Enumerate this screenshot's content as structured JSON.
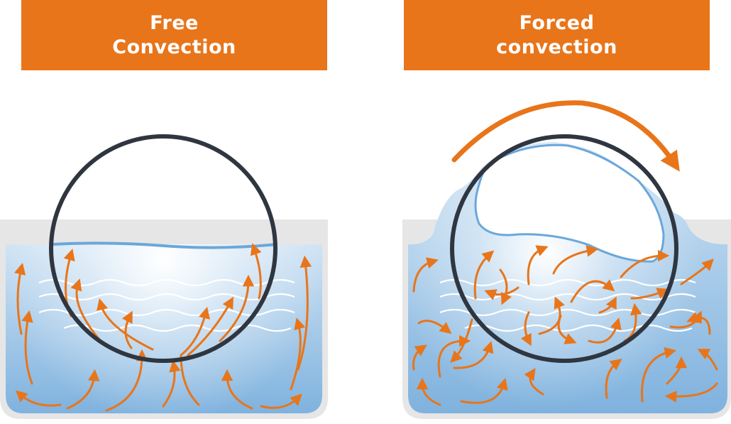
{
  "panels": {
    "left": {
      "title_line1": "Free",
      "title_line2": "Convection"
    },
    "right": {
      "title_line1": "Forced",
      "title_line2": "convection"
    }
  },
  "colors": {
    "header_bg": "#e8751a",
    "header_text": "#ffffff",
    "arrow": "#e8751a",
    "water": "#8fbde3",
    "circle": "#2f3640",
    "tank": "#e6e6e6"
  }
}
